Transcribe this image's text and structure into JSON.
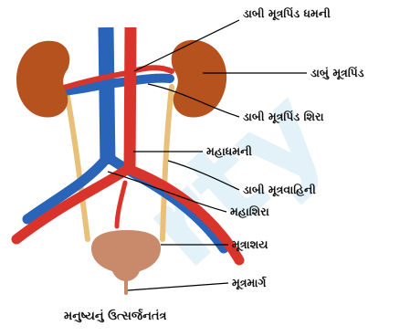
{
  "colors": {
    "kidney": "#b5521e",
    "artery": "#d9342b",
    "vein": "#2a64b8",
    "ureter": "#e9c07a",
    "bladder": "#c98a6c",
    "leader_line": "#000000",
    "watermark": "#2f9bd8"
  },
  "labels": {
    "left_renal_artery": "ડાબી મૂત્રપિંડ ધમની",
    "left_kidney": "ડાબું મૂત્રપિંડ",
    "left_renal_vein": "ડાબી મૂત્રપિંડ શિરા",
    "aorta": "મહાધમની",
    "left_ureter": "ડાબી મૂત્રવાહિની",
    "vena_cava": "મહાશિરા",
    "bladder": "મૂત્રાશય",
    "urethra": "મૂત્રમાર્ગ"
  },
  "caption": "મનુષ્યનું ઉત્સર્જનતંત્ર",
  "watermark": "rty"
}
